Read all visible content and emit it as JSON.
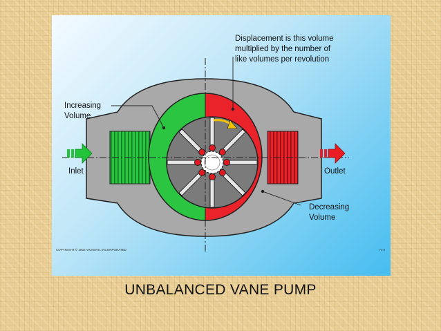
{
  "slide": {
    "title": "UNBALANCED VANE PUMP"
  },
  "diagram": {
    "callout_displacement": [
      "Displacement is this volume",
      "multiplied by the number of",
      "like volumes per revolution"
    ],
    "label_increasing": [
      "Increasing",
      "Volume"
    ],
    "label_decreasing": [
      "Decreasing",
      "Volume"
    ],
    "label_inlet": "Inlet",
    "label_outlet": "Outlet",
    "copyright": "COPYRIGHT © 2002 VICKERS, INCORPORATED",
    "page_ref": "IV-4",
    "colors": {
      "inlet_green": "#22c53a",
      "outlet_red": "#ea1c24",
      "housing_gray": "#a9a9a9",
      "rotor_gray": "#7b7b7b",
      "rotation_arrow": "#f2c200"
    }
  }
}
